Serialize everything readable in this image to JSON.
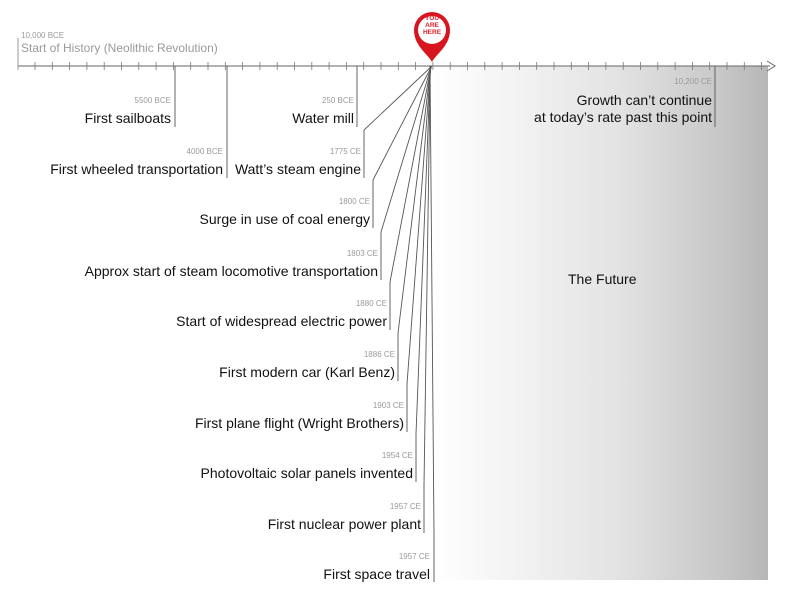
{
  "start": {
    "date": "10,000 BCE",
    "title": "Start of History (Neolithic Revolution)"
  },
  "marker": {
    "line1": "YOU",
    "line2": "ARE",
    "line3": "HERE",
    "color": "#d8151f"
  },
  "future": {
    "label": "The Future",
    "date": "10,200 CE",
    "title_line1": "Growth can’t continue",
    "title_line2": "at today’s rate past this point"
  },
  "events": [
    {
      "date": "5500 BCE",
      "title": "First sailboats"
    },
    {
      "date": "4000 BCE",
      "title": "First wheeled transportation"
    },
    {
      "date": "250 BCE",
      "title": "Water mill"
    },
    {
      "date": "1775 CE",
      "title": "Watt’s steam engine"
    },
    {
      "date": "1800 CE",
      "title": "Surge in use of coal energy"
    },
    {
      "date": "1803 CE",
      "title": "Approx start of steam locomotive transportation"
    },
    {
      "date": "1880 CE",
      "title": "Start of widespread electric power"
    },
    {
      "date": "1886 CE",
      "title": "First modern car (Karl Benz)"
    },
    {
      "date": "1903 CE",
      "title": "First plane flight (Wright Brothers)"
    },
    {
      "date": "1954 CE",
      "title": "Photovoltaic solar panels invented"
    },
    {
      "date": "1957 CE",
      "title": "First nuclear power plant"
    },
    {
      "date": "1957 CE",
      "title": "First space travel"
    }
  ]
}
